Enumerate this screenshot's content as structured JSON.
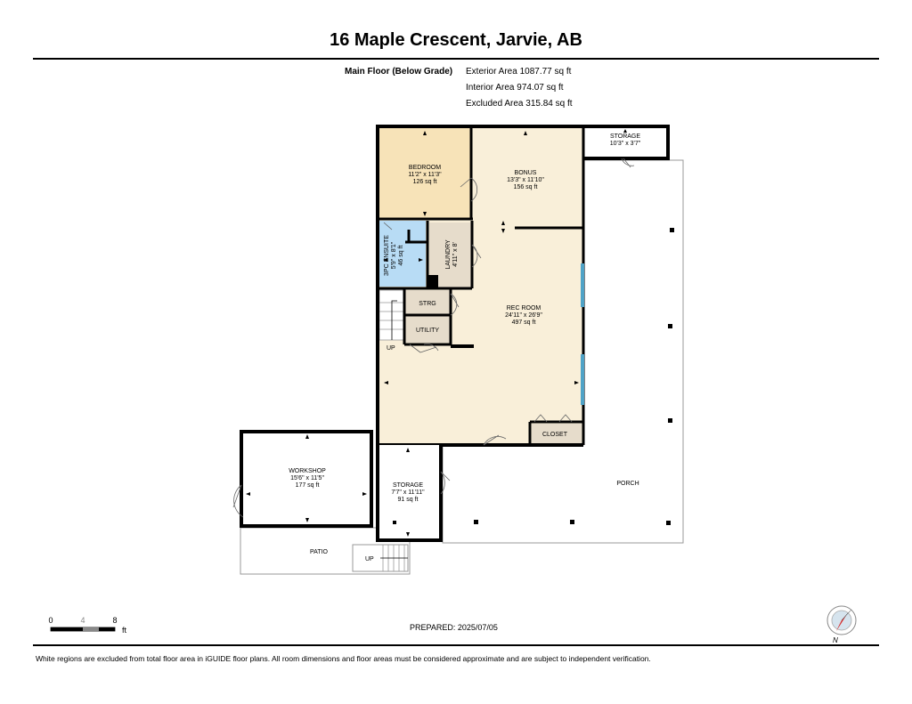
{
  "header": {
    "title": "16 Maple Crescent, Jarvie, AB"
  },
  "summary": {
    "floor": "Main Floor (Below Grade)",
    "exterior": "Exterior Area 1087.77 sq ft",
    "interior": "Interior Area 974.07 sq ft",
    "excluded": "Excluded Area 315.84 sq ft"
  },
  "rooms": {
    "bedroom": {
      "name": "BEDROOM",
      "dims": "11'2\" x 11'3\"",
      "area": "126 sq ft"
    },
    "bonus": {
      "name": "BONUS",
      "dims": "13'3\" x 11'10\"",
      "area": "156 sq ft"
    },
    "storage_top": {
      "name": "STORAGE",
      "dims": "10'3\" x 3'7\""
    },
    "ensuite": {
      "name": "3PC ENSUITE",
      "dims": "5'9\" x 8'1\"",
      "area": "46 sq ft"
    },
    "laundry": {
      "name": "LAUNDRY",
      "dims": "4'11\" x 8'"
    },
    "strg": {
      "name": "STRG"
    },
    "utility": {
      "name": "UTILITY"
    },
    "rec_room": {
      "name": "REC ROOM",
      "dims": "24'11\" x 26'9\"",
      "area": "497 sq ft"
    },
    "closet": {
      "name": "CLOSET"
    },
    "workshop": {
      "name": "WORKSHOP",
      "dims": "15'6\" x 11'5\"",
      "area": "177 sq ft"
    },
    "storage_bottom": {
      "name": "STORAGE",
      "dims": "7'7\" x 11'11\"",
      "area": "91 sq ft"
    },
    "porch": {
      "name": "PORCH"
    },
    "patio": {
      "name": "PATIO"
    }
  },
  "stairs": {
    "up_left": "UP",
    "up_bottom": "UP"
  },
  "scale": {
    "ticks": [
      "0",
      "4",
      "8"
    ],
    "unit": "ft"
  },
  "prepared": "PREPARED: 2025/07/05",
  "footer": "White regions are excluded from total floor area in iGUIDE floor plans. All room dimensions and floor areas must be considered approximate and are subject to independent verification.",
  "compass": {
    "label": "N"
  },
  "colors": {
    "bedroom": "#f7e3b8",
    "ensuite": "#b8dcf5",
    "interior": "#f9efd9",
    "service": "#e6dccb",
    "wall": "#000000",
    "window": "#4fa3c7",
    "compass_red": "#d62828"
  }
}
